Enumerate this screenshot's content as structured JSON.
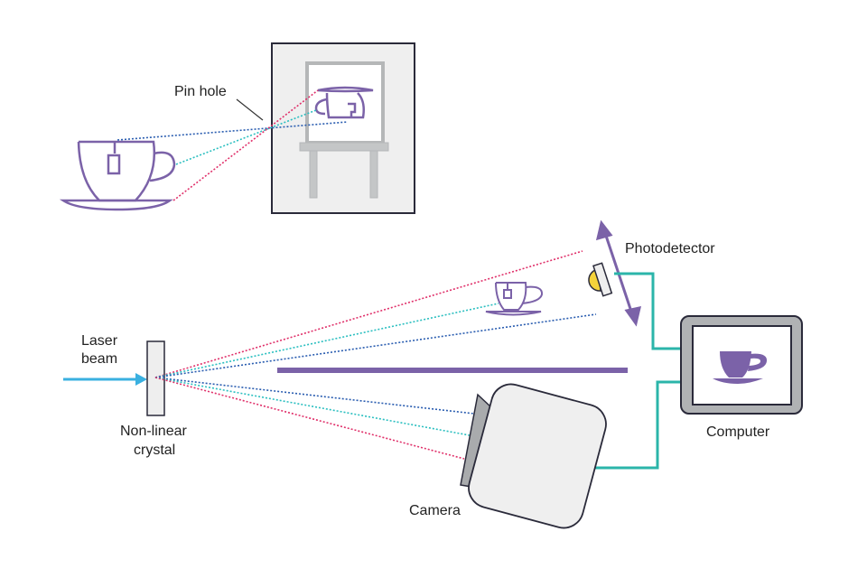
{
  "labels": {
    "pin_hole": "Pin hole",
    "laser_beam_line1": "Laser",
    "laser_beam_line2": "beam",
    "crystal_line1": "Non-linear",
    "crystal_line2": "crystal",
    "camera": "Camera",
    "computer": "Computer",
    "photodetector": "Photodetector"
  },
  "colors": {
    "purple": "#7b62a8",
    "ray_red": "#e0306a",
    "ray_cyan": "#2bbfc0",
    "ray_blue": "#2a5db0",
    "wire": "#2bb5aa",
    "laser": "#3ab0e0",
    "detector_yellow": "#f5d33a",
    "box_fill": "#efefef",
    "gray": "#b5b7b8"
  }
}
